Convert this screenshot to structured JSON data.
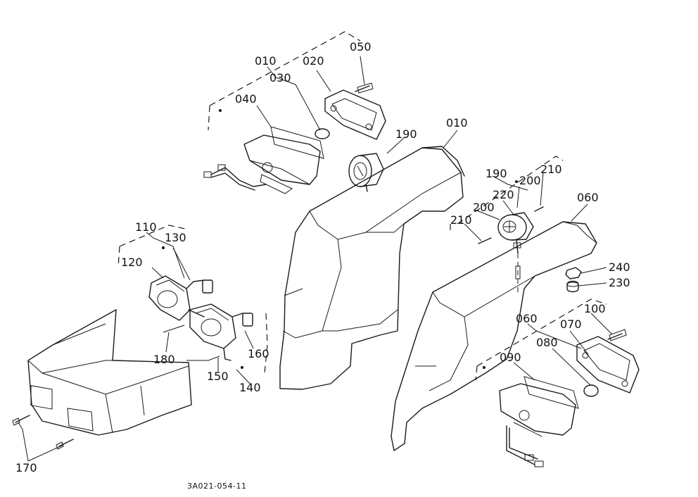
{
  "diagram": {
    "caption": "3A021-054-11",
    "labels": {
      "p010_top": "010",
      "p020": "020",
      "p030": "030",
      "p040": "040",
      "p050": "050",
      "p190_top": "190",
      "p010_fender": "010",
      "p190_right": "190",
      "p210_right": "210",
      "p200_top": "200",
      "p220": "220",
      "p200_left": "200",
      "p210_left": "210",
      "p060_right": "060",
      "p240": "240",
      "p230": "230",
      "p100": "100",
      "p060_lower": "060",
      "p070": "070",
      "p080": "080",
      "p090": "090",
      "p110": "110",
      "p130": "130",
      "p120": "120",
      "p180": "180",
      "p160": "160",
      "p150": "150",
      "p140": "140",
      "p170": "170"
    }
  }
}
